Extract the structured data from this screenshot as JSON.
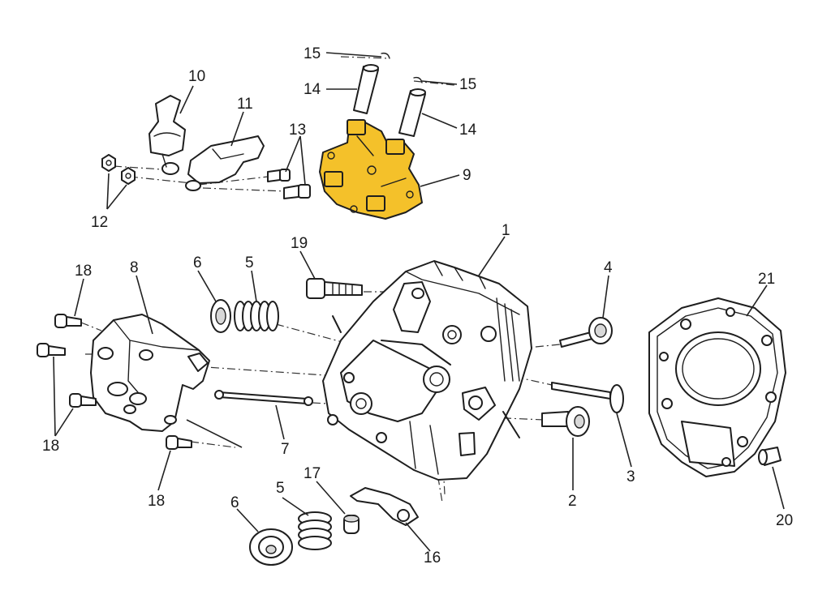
{
  "colors": {
    "highlight": "#f4c12a",
    "line": "#1e1e1e",
    "background": "#ffffff"
  },
  "highlighted_part": "9",
  "callouts": {
    "p1": "1",
    "p2": "2",
    "p3": "3",
    "p4": "4",
    "p5a": "5",
    "p5b": "5",
    "p6a": "6",
    "p6b": "6",
    "p7": "7",
    "p8": "8",
    "p9": "9",
    "p10": "10",
    "p11": "11",
    "p12": "12",
    "p13": "13",
    "p14a": "14",
    "p14b": "14",
    "p15a": "15",
    "p15b": "15",
    "p16": "16",
    "p17": "17",
    "p18a": "18",
    "p18b": "18",
    "p18c": "18",
    "p19": "19",
    "p20": "20",
    "p21": "21"
  }
}
